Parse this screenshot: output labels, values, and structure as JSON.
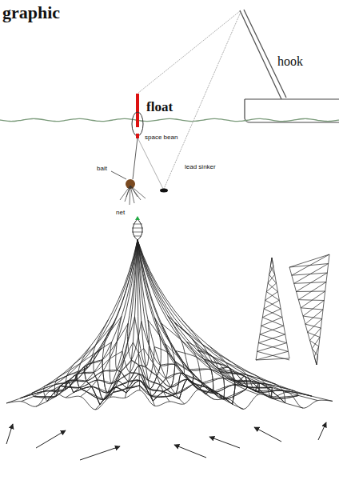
{
  "diagram": {
    "title": "graphic",
    "labels": [
      "float",
      "hook",
      "space bean",
      "bait",
      "net",
      "lead sinker"
    ]
  }
}
